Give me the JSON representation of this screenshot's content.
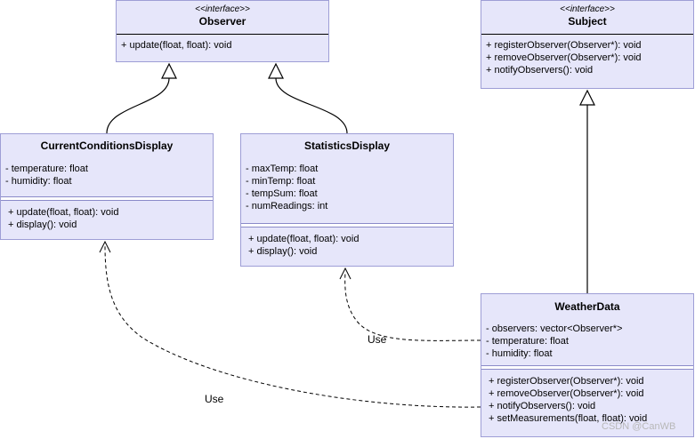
{
  "observer": {
    "stereotype": "<<interface>>",
    "name": "Observer",
    "operations": [
      "+ update(float, float): void"
    ]
  },
  "subject": {
    "stereotype": "<<interface>>",
    "name": "Subject",
    "operations": [
      "+ registerObserver(Observer*): void",
      "+ removeObserver(Observer*): void",
      "+ notifyObservers(): void"
    ]
  },
  "current_display": {
    "name": "CurrentConditionsDisplay",
    "attributes": [
      "- temperature: float",
      "- humidity: float"
    ],
    "operations": [
      "+ update(float, float): void",
      "+ display(): void"
    ]
  },
  "statistics_display": {
    "name": "StatisticsDisplay",
    "attributes": [
      "- maxTemp: float",
      "- minTemp: float",
      "- tempSum: float",
      "- numReadings: int"
    ],
    "operations": [
      "+ update(float, float): void",
      "+ display(): void"
    ]
  },
  "weather_data": {
    "name": "WeatherData",
    "attributes": [
      "- observers: vector<Observer*>",
      "- temperature: float",
      "- humidity: float"
    ],
    "operations": [
      "+ registerObserver(Observer*): void",
      "+ removeObserver(Observer*): void",
      "+ notifyObservers(): void",
      "+ setMeasurements(float, float): void"
    ]
  },
  "labels": {
    "use_statistics": "Use",
    "use_current": "Use"
  },
  "watermark": "CSDN @CanWB",
  "colors": {
    "class_fill": "#e6e6fa",
    "class_border": "#9e9ed6",
    "edge": "#000000"
  }
}
